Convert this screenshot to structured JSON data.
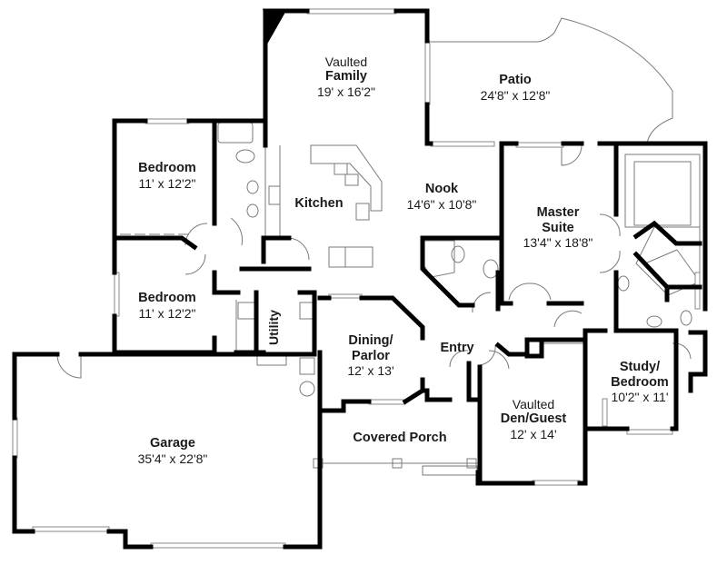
{
  "plan": {
    "type": "residential-floor-plan",
    "wall_color": "#000000",
    "thin_line_color": "#7a7a7a",
    "background": "#ffffff"
  },
  "rooms": {
    "family": {
      "prefix": "Vaulted",
      "name": "Family",
      "dimensions": "19' x 16'2\""
    },
    "patio": {
      "prefix": "",
      "name": "Patio",
      "dimensions": "24'8\" x 12'8\""
    },
    "bedroom_1": {
      "prefix": "",
      "name": "Bedroom",
      "dimensions": "11' x 12'2\""
    },
    "kitchen": {
      "prefix": "",
      "name": "Kitchen",
      "dimensions": ""
    },
    "nook": {
      "prefix": "",
      "name": "Nook",
      "dimensions": "14'6\" x 10'8\""
    },
    "master": {
      "prefix": "",
      "name_line1": "Master",
      "name_line2": "Suite",
      "dimensions": "13'4\" x 18'8\""
    },
    "bedroom_2": {
      "prefix": "",
      "name": "Bedroom",
      "dimensions": "11' x 12'2\""
    },
    "utility": {
      "name": "Utility"
    },
    "dining": {
      "name_line1": "Dining/",
      "name_line2": "Parlor",
      "dimensions": "12' x 13'"
    },
    "entry": {
      "name": "Entry"
    },
    "study": {
      "name_line1": "Study/",
      "name_line2": "Bedroom",
      "dimensions": "10'2\" x 11'"
    },
    "den": {
      "prefix": "Vaulted",
      "name": "Den/Guest",
      "dimensions": "12' x 14'"
    },
    "garage": {
      "name": "Garage",
      "dimensions": "35'4\" x 22'8\""
    },
    "porch": {
      "name": "Covered Porch"
    }
  }
}
